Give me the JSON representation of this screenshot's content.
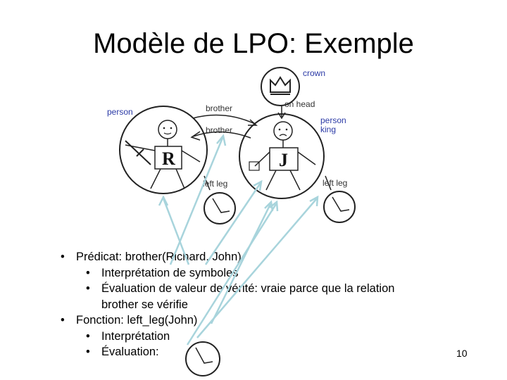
{
  "slide": {
    "title": "Modèle de LPO: Exemple",
    "page_number": "10"
  },
  "diagram": {
    "labels": {
      "crown": "crown",
      "on_head": "on head",
      "person_left": "person",
      "brother_top": "brother",
      "brother_bottom": "brother",
      "person_right": "person",
      "king": "king",
      "left_leg_richard": "left leg",
      "left_leg_john": "left leg",
      "richard_letter": "R",
      "john_letter": "J"
    }
  },
  "bullets": {
    "b1": "Prédicat: brother(Richard, John)",
    "b1_1": "Interprétation de symboles",
    "b1_2": "Évaluation de valeur de vérité: vraie parce que la relation",
    "b1_2_cont": "brother se vérifie",
    "b2": "Fonction: left_leg(John)",
    "b2_1": "Interprétation",
    "b2_2": "Évaluation:",
    "bullet_char": "•"
  },
  "colors": {
    "arrows": "#a8d4dc",
    "label_blue": "#2b3aa6"
  }
}
